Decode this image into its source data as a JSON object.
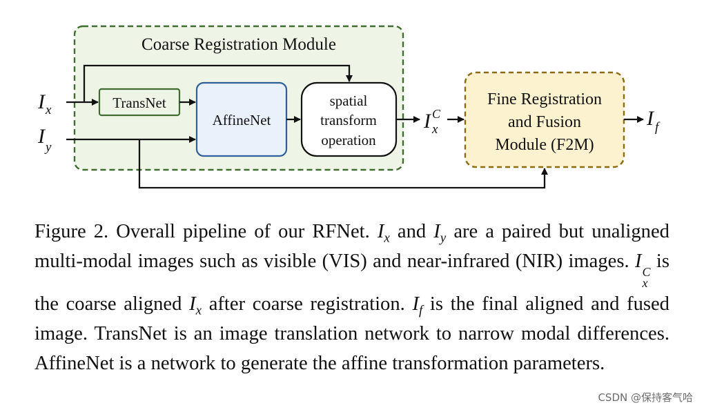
{
  "figure": {
    "coarse_module_title": "Coarse Registration Module",
    "transnet_label": "TransNet",
    "affinenet_label": "AffineNet",
    "spatial_lines": [
      "spatial",
      "transform",
      "operation"
    ],
    "fine_lines": [
      "Fine Registration",
      "and Fusion",
      "Module (F2M)"
    ],
    "input_x": {
      "base": "I",
      "sub": "x"
    },
    "input_y": {
      "base": "I",
      "sub": "y"
    },
    "coarse_out": {
      "base": "I",
      "sub": "x",
      "sup": "C"
    },
    "final_out": {
      "base": "I",
      "sub": "f"
    },
    "colors": {
      "coarse_border": "#3e6b2e",
      "coarse_fill": "#eef5e6",
      "transnet_fill": "#eef5e6",
      "transnet_border": "#3e6b2e",
      "affinenet_fill": "#e9f2fa",
      "affinenet_border": "#2d5f96",
      "spatial_fill": "#ffffff",
      "fine_fill": "#fdf2cf",
      "fine_border": "#8b6b10",
      "arrow": "#111111"
    }
  },
  "caption": {
    "fig_label": "Figure 2.",
    "s1": "Overall pipeline of our RFNet.",
    "t_ix_base": "I",
    "t_ix_sub": "x",
    "and": "and",
    "t_iy_base": "I",
    "t_iy_sub": "y",
    "s2": "are a paired but unaligned multi-modal images such as visible (VIS) and near-infrared (NIR) images.",
    "t_ixc_base": "I",
    "t_ixc_sup": "C",
    "t_ixc_sub": "x",
    "s3": "is the coarse aligned",
    "t_ix2_base": "I",
    "t_ix2_sub": "x",
    "s4": "after coarse registration.",
    "t_if_base": "I",
    "t_if_sub": "f",
    "s5": "is the final aligned and fused image. TransNet is an image translation network to narrow modal differences. AffineNet is a network to generate the affine transformation parameters."
  },
  "watermark": "CSDN @保持客气哈"
}
